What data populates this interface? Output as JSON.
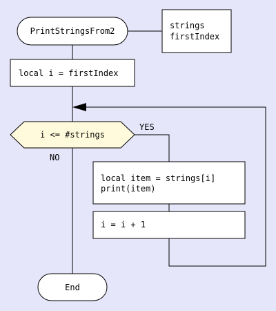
{
  "diagram": {
    "background": "#e6e6fa",
    "decision_fill": "#fffadc",
    "start_label": "PrintStringsFrom2",
    "params_lines": [
      "strings",
      "firstIndex"
    ],
    "init_label": "local i = firstIndex",
    "condition_label": "i <= #strings",
    "yes_label": "YES",
    "no_label": "NO",
    "body_lines": [
      "local item = strings[i]",
      "print(item)"
    ],
    "increment_label": "i = i + 1",
    "end_label": "End"
  }
}
